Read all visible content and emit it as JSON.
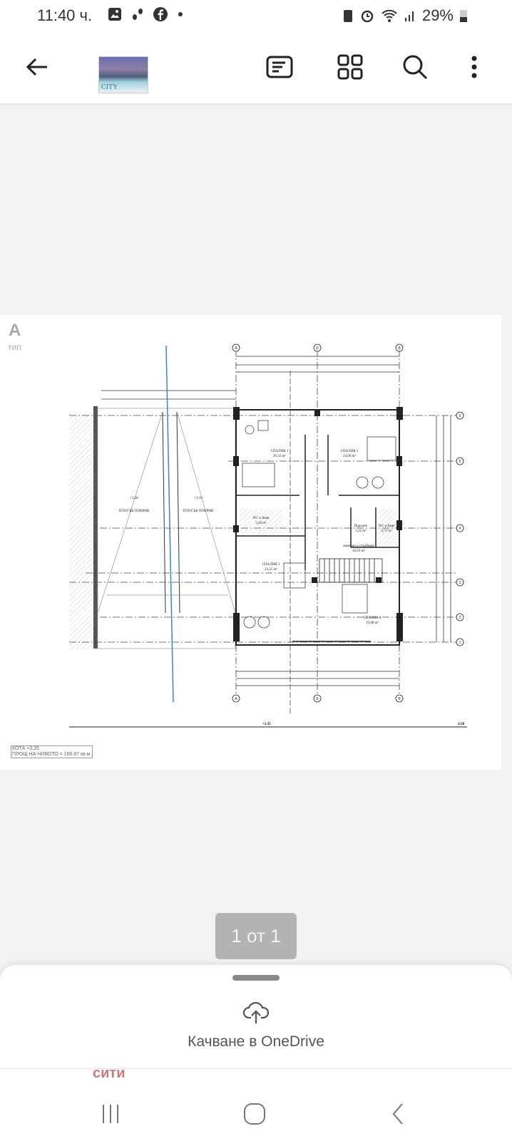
{
  "status_bar": {
    "time": "11:40 ч.",
    "battery": "29%",
    "icons": [
      "gallery-icon",
      "steps-icon",
      "facebook-icon",
      "dot-icon",
      "battery-saver-icon",
      "alarm-icon",
      "wifi-icon",
      "signal-icon",
      "battery-icon"
    ]
  },
  "app_bar": {
    "logo_text": "CITY",
    "actions": [
      "back-icon",
      "outline-icon",
      "grid-icon",
      "search-icon",
      "more-icon"
    ]
  },
  "document": {
    "type_letter": "A",
    "type_label": "тип",
    "axes_columns": [
      "А",
      "Б",
      "В"
    ],
    "axes_rows": [
      "6",
      "5",
      "4",
      "3",
      "2",
      "1"
    ],
    "rooms": [
      {
        "name": "СПАЛНЯ 1",
        "area": "26,33 m²"
      },
      {
        "name": "СПАЛНЯ 2",
        "area": "24,06 m²"
      },
      {
        "name": "СПАЛНЯ 3",
        "area": "23,25 m²"
      },
      {
        "name": "СПАЛНЯ 4",
        "area": "19,98 m²"
      },
      {
        "name": "WC и баня",
        "area": "5,28 m²"
      },
      {
        "name": "Перално",
        "area": "3,22 m²"
      },
      {
        "name": "WC и баня",
        "area": "4,72 m²"
      },
      {
        "name": "коридор и стълбище",
        "area": "18,93 m²"
      },
      {
        "name": "ПЛОСЪК ПОКРИВ",
        "area": "+3.28"
      },
      {
        "name": "ПЛОСЪК ПОКРИВ",
        "area": "+3.10"
      }
    ],
    "level_mark": "+3.35",
    "scale": "1:50",
    "elevation_note": "КОТА +3,35",
    "area_note": "ПЛОЩ НА НИВОТО = 166,87 кв.м."
  },
  "page_counter": "1 от 1",
  "bottom_sheet": {
    "upload_label": "Качване в OneDrive"
  },
  "overlay_text": "сити",
  "colors": {
    "accent_red": "#c77d7d",
    "drawing_blue": "#3b86c4"
  }
}
